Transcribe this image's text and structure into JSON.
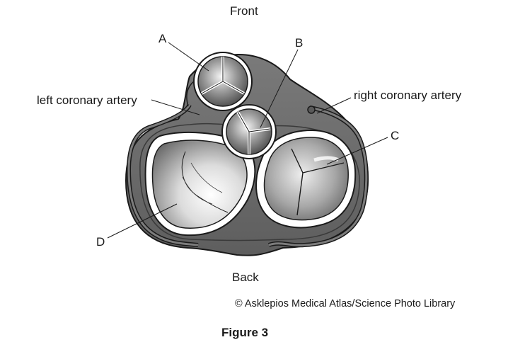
{
  "orientation": {
    "top": "Front",
    "bottom": "Back"
  },
  "labels": {
    "a": "A",
    "b": "B",
    "c": "C",
    "d": "D",
    "left_coronary_artery": "left coronary artery",
    "right_coronary_artery": "right coronary artery"
  },
  "credit": "© Asklepios Medical Atlas/Science Photo Library",
  "caption": "Figure 3",
  "colors": {
    "tissue": "#6b6b6b",
    "tissue_dark": "#4a4a4a",
    "valve_ring": "#ffffff",
    "outline": "#1a1a1a"
  }
}
